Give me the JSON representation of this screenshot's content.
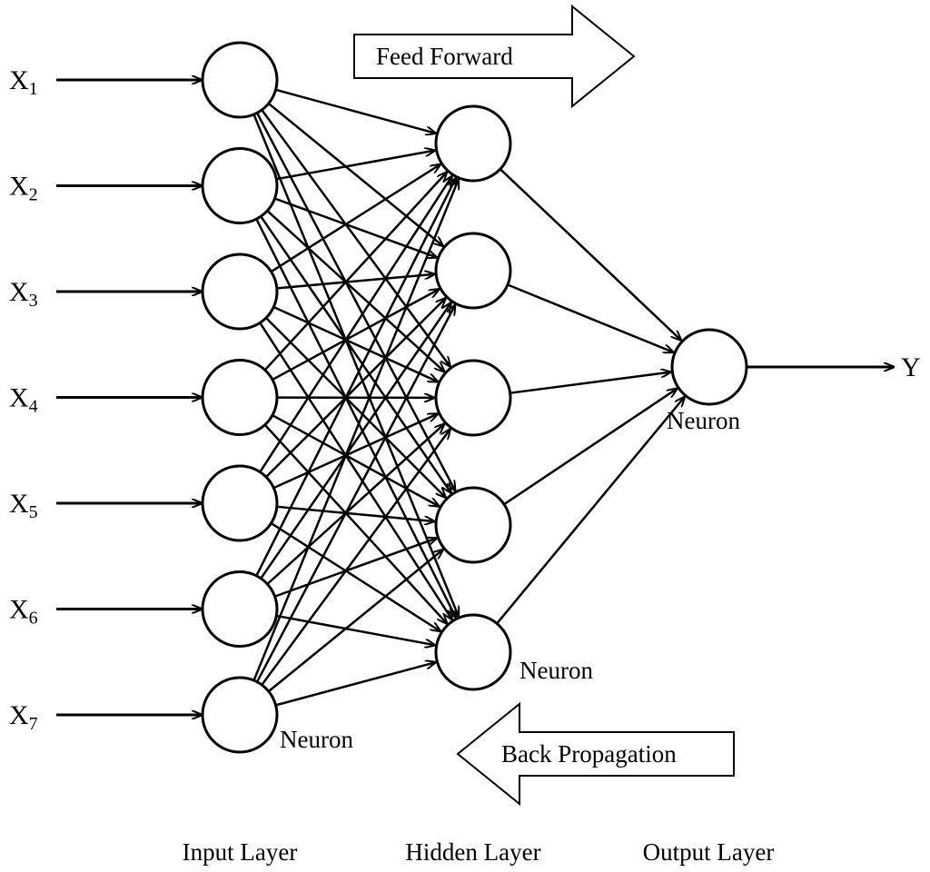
{
  "inputs": [
    {
      "base": "X",
      "sub": "1"
    },
    {
      "base": "X",
      "sub": "2"
    },
    {
      "base": "X",
      "sub": "3"
    },
    {
      "base": "X",
      "sub": "4"
    },
    {
      "base": "X",
      "sub": "5"
    },
    {
      "base": "X",
      "sub": "6"
    },
    {
      "base": "X",
      "sub": "7"
    }
  ],
  "input_neuron_count": 7,
  "hidden_neuron_count": 5,
  "output_neuron_count": 1,
  "output": {
    "label": "Y"
  },
  "neuron_labels": {
    "input": "Neuron",
    "hidden": "Neuron",
    "output": "Neuron"
  },
  "arrows": {
    "feed_forward": "Feed Forward",
    "back_propagation": "Back Propagation"
  },
  "layers": {
    "input": "Input Layer",
    "hidden": "Hidden Layer",
    "output": "Output Layer"
  },
  "colors": {
    "stroke": "#000000",
    "fill": "#ffffff"
  }
}
